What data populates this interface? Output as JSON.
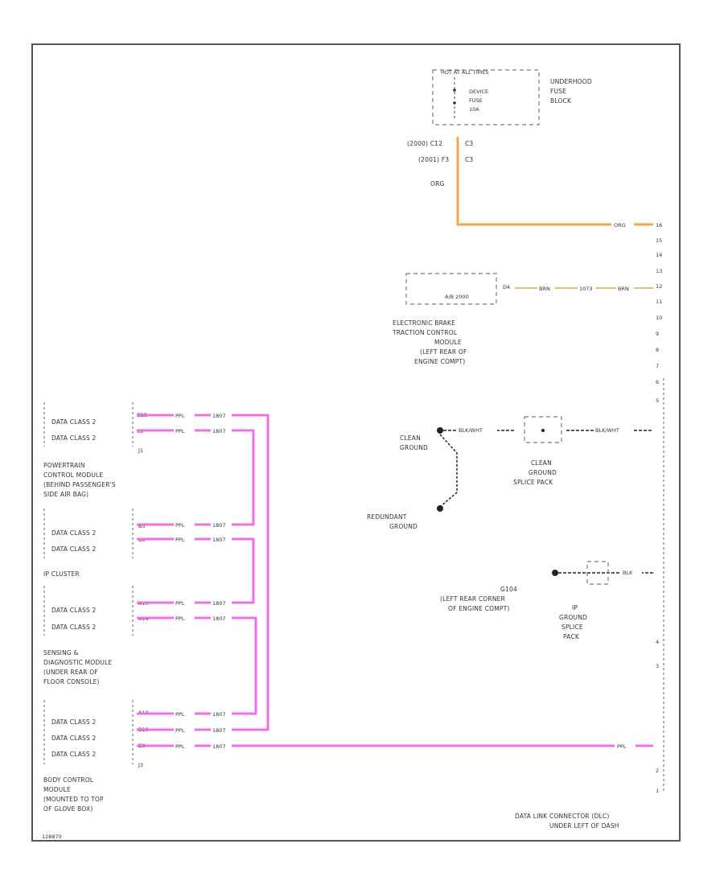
{
  "fuse": {
    "top_label": "HOT AT ALL TIMES",
    "fuse_name": "DEVICE",
    "fuse_sub": "FUSE",
    "fuse_amp": "10A",
    "block_label": [
      "UNDERHOOD",
      "FUSE",
      "BLOCK"
    ],
    "conn_2000": "(2000) C12",
    "conn_2001": "(2001) F3",
    "conn_c3a": "C3",
    "conn_c3b": "C3",
    "wire_color": "ORG"
  },
  "dlc": {
    "pins": [
      "16",
      "15",
      "14",
      "13",
      "12",
      "11",
      "10",
      "9",
      "8",
      "7",
      "6",
      "5",
      "4",
      "3",
      "2",
      "1"
    ],
    "label_line1": "DATA LINK CONNECTOR (DLC)",
    "label_line2": "UNDER LEFT OF DASH",
    "wire_org": "ORG",
    "wire_brn": "BRN",
    "wire_ppl": "PPL",
    "wire_blk": "BLK/WHT",
    "wire_blk2": "BLK"
  },
  "ebtcm": {
    "box_text": "A/B 2000",
    "pin": "D4",
    "wire_a": "BRN",
    "wire_b": "1073",
    "wire_c": "BRN",
    "label": [
      "ELECTRONIC BRAKE",
      "TRACTION CONTROL",
      "MODULE",
      "(LEFT REAR OF",
      "ENGINE COMPT)"
    ]
  },
  "grounds": {
    "clean_ground": [
      "CLEAN",
      "GROUND"
    ],
    "redundant_ground": [
      "REDUNDANT",
      "GROUND"
    ],
    "clean_splice": [
      "CLEAN",
      "GROUND",
      "SPLICE PACK"
    ],
    "g104": [
      "G104",
      "(LEFT REAR CORNER",
      "OF ENGINE COMPT)"
    ],
    "ip_splice": [
      "IP",
      "GROUND",
      "SPLICE",
      "PACK"
    ]
  },
  "modules": {
    "data_class": "DATA CLASS 2",
    "pcm_label": [
      "POWERTRAIN",
      "CONTROL MODULE",
      "(BEHIND PASSENGER'S",
      "SIDE AIR BAG)"
    ],
    "pcm_conn": "J1",
    "pcm_pins": [
      "C18",
      "C8"
    ],
    "ip_label": "IP CLUSTER",
    "ip_pins": [
      "B5",
      "B8"
    ],
    "sdm_label": [
      "SENSING &",
      "DIAGNOSTIC MODULE",
      "(UNDER REAR OF",
      "FLOOR CONSOLE)"
    ],
    "sdm_pins": [
      "A10",
      "A14"
    ],
    "bcm_label": [
      "BODY CONTROL",
      "MODULE",
      "(MOUNTED TO TOP",
      "OF GLOVE BOX)"
    ],
    "bcm_conn": "J3",
    "bcm_pins": [
      "A10",
      "B10",
      "B8"
    ],
    "wire_ppl": "PPL",
    "wire_num": "1807"
  },
  "page": {
    "code": "128870"
  }
}
